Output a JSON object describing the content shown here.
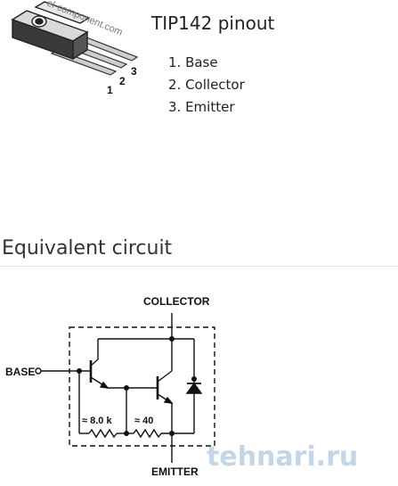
{
  "pinout": {
    "title": "TIP142 pinout",
    "pins": [
      "1. Base",
      "2. Collector",
      "3. Emitter"
    ],
    "package_watermark": "el-component.com",
    "pin_numbers": [
      "1",
      "2",
      "3"
    ]
  },
  "circuit": {
    "section_title": "Equivalent circuit",
    "collector_label": "COLLECTOR",
    "base_label": "BASE",
    "emitter_label": "EMITTER",
    "r1_label": "≈ 8.0 k",
    "r2_label": "≈ 40",
    "watermark": "tehnari.ru"
  },
  "colors": {
    "line": "#111111",
    "watermark": "#b9cfe3"
  }
}
